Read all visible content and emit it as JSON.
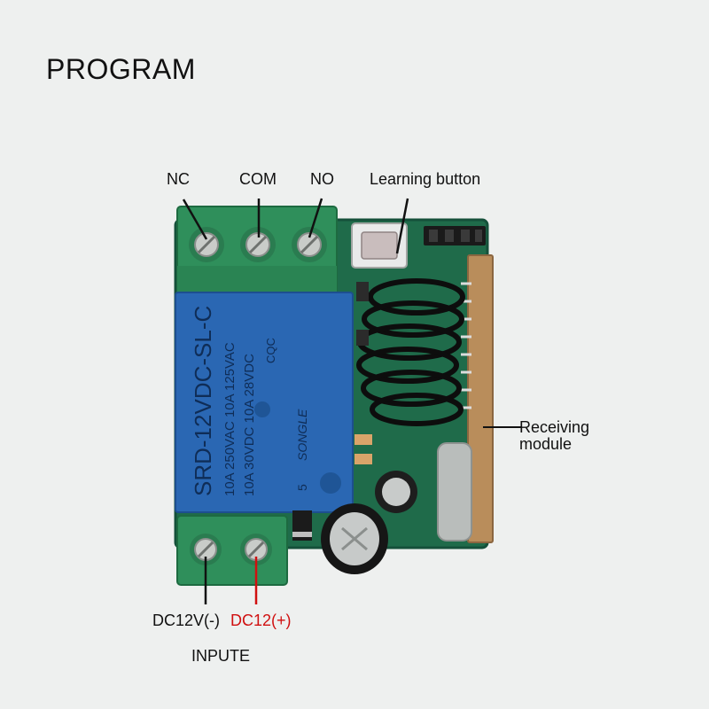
{
  "page": {
    "title": "PROGRAM"
  },
  "terminal_labels": {
    "nc": "NC",
    "com": "COM",
    "no": "NO"
  },
  "button_label": "Learning button",
  "receiver_label": {
    "line1": "Receiving",
    "line2": "module"
  },
  "power": {
    "negative": "DC12V(-)",
    "positive": "DC12(+)",
    "section": "INPUTE"
  },
  "relay_marking": {
    "model": "SRD-12VDC-SL-C",
    "rating1": "10A 250VAC  10A 125VAC",
    "rating2": "10A 30VDC  10A 28VDC",
    "brand": "SONGLE",
    "cert": "CQC",
    "mark": "5"
  },
  "colors": {
    "background": "#eef0ef",
    "pcb": "#1f6b4a",
    "terminal": "#2f8f5b",
    "relay": "#2a67b3",
    "positive_wire": "#d01010",
    "negative_wire": "#111111"
  }
}
